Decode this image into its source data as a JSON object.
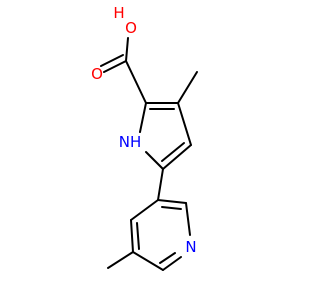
{
  "molecule": {
    "atoms": {
      "hydroxyl_O": "O",
      "hydroxyl_H": "H",
      "carbonyl_O": "O",
      "pyrrole_NH": "NH",
      "pyridine_N": "N"
    }
  },
  "colors": {
    "bond": "#000000",
    "oxygen": "#ff0000",
    "nitrogen": "#0000ff"
  }
}
